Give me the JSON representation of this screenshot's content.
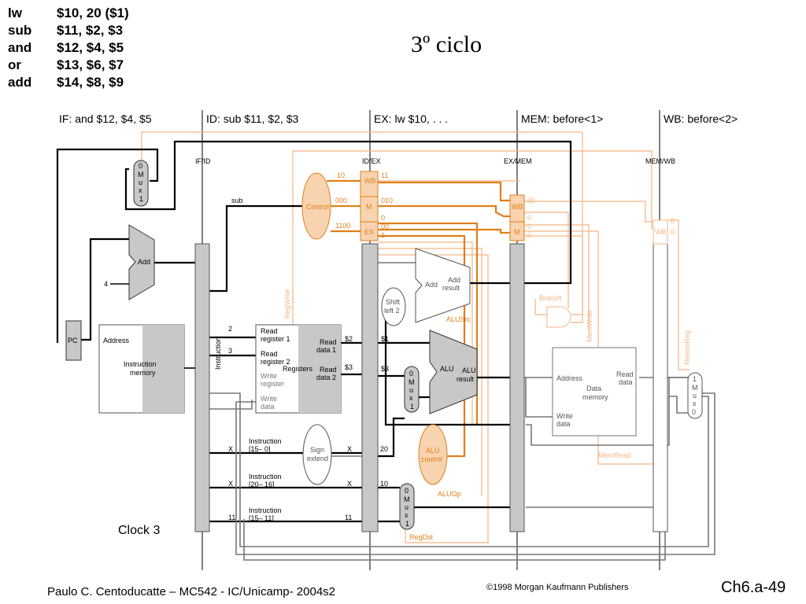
{
  "program": [
    {
      "op": "lw",
      "args": "$10, 20 ($1)"
    },
    {
      "op": "sub",
      "args": "$11, $2,  $3"
    },
    {
      "op": "and",
      "args": "$12, $4,  $5"
    },
    {
      "op": "or",
      "args": "$13, $6,  $7"
    },
    {
      "op": "add",
      "args": "$14, $8,  $9"
    }
  ],
  "title": "3º ciclo",
  "stages": {
    "if": "IF: and $12, $4, $5",
    "id": "ID: sub $11, $2, $3",
    "ex": "EX: lw $10, . . .",
    "mem": "MEM: before<1>",
    "wb": "WB: before<2>"
  },
  "pipeline_registers": [
    "IF/ID",
    "ID/EX",
    "EX/MEM",
    "MEM/WB"
  ],
  "blocks": {
    "pc": "PC",
    "add": "Add",
    "const4": "4",
    "mux_if": [
      "0",
      "M",
      "u",
      "x",
      "1"
    ],
    "imem_address": "Address",
    "imem_title": [
      "Instruction",
      "memory"
    ],
    "instruction": "Instruction",
    "control": "Control",
    "registers": "Registers",
    "reg_ports": {
      "read_reg1": [
        "Read",
        "register 1"
      ],
      "read_reg2": [
        "Read",
        "register 2"
      ],
      "write_reg": [
        "Write",
        "register"
      ],
      "write_data": [
        "Write",
        "data"
      ],
      "read_data1": [
        "Read",
        "data 1"
      ],
      "read_data2": [
        "Read",
        "data 2"
      ]
    },
    "sign_extend": [
      "Sign",
      "extend"
    ],
    "shift_left": [
      "Shift",
      "left 2"
    ],
    "adder_ex": [
      "Add",
      "Add",
      "result"
    ],
    "alu": [
      "ALU",
      "ALU",
      "result"
    ],
    "alu_control": [
      "ALU",
      "control"
    ],
    "mux_alu": [
      "0",
      "M",
      "u",
      "x",
      "1"
    ],
    "mux_dst": [
      "0",
      "M",
      "u",
      "x",
      "1"
    ],
    "dmem": {
      "address": "Address",
      "read_data": [
        "Read",
        "data"
      ],
      "title": [
        "Data",
        "memory"
      ],
      "write_data": [
        "Write",
        "data"
      ]
    },
    "mux_wb": [
      "1",
      "M",
      "u",
      "x",
      "0"
    ],
    "instr_fields": [
      [
        "Instruction",
        "[15– 0]"
      ],
      [
        "Instruction",
        "[20– 16]"
      ],
      [
        "Instruction",
        "[15– 11]"
      ]
    ],
    "ctrl_fields": [
      "WB",
      "M",
      "EX"
    ]
  },
  "signal_labels": {
    "sub": "sub",
    "rs_num": "2",
    "rt_num": "3",
    "val_rs": "$2",
    "val_rt": "$3",
    "val_alu_a": "$1",
    "val_rt_out": "$3",
    "x_sign": "X",
    "x_sign_out": "X",
    "x_rt": "X",
    "x_rt_out": "X",
    "rd_in": "11",
    "rd_out": "11",
    "imm": "20",
    "dst": "10",
    "ctrl_wb": "10",
    "ctrl_m": "000",
    "ctrl_ex": "1100",
    "ex_wb": "11",
    "ex_m": "010",
    "ex_m0": "0",
    "ex_ex": "00",
    "ex_ex1": "1",
    "mem_wb": "00",
    "mem_m0": "0",
    "mem_m1": "0",
    "mem_m2": "0",
    "wb_0": "0",
    "wb_1": "0",
    "regwrite": "RegWrite",
    "branch": "Branch",
    "memwrite": "MemWrite",
    "memtoreg": "MemtoReg",
    "memread": "MemRead",
    "alusrc": "ALUSrc",
    "aluop": "ALUOp",
    "regdst": "RegDst"
  },
  "clock": "Clock 3",
  "footer": {
    "author": "Paulo C. Centoducatte – MC542 - IC/Unicamp- 2004s2",
    "copyright": "©1998 Morgan Kaufmann Publishers",
    "page": "Ch6.a-49"
  }
}
